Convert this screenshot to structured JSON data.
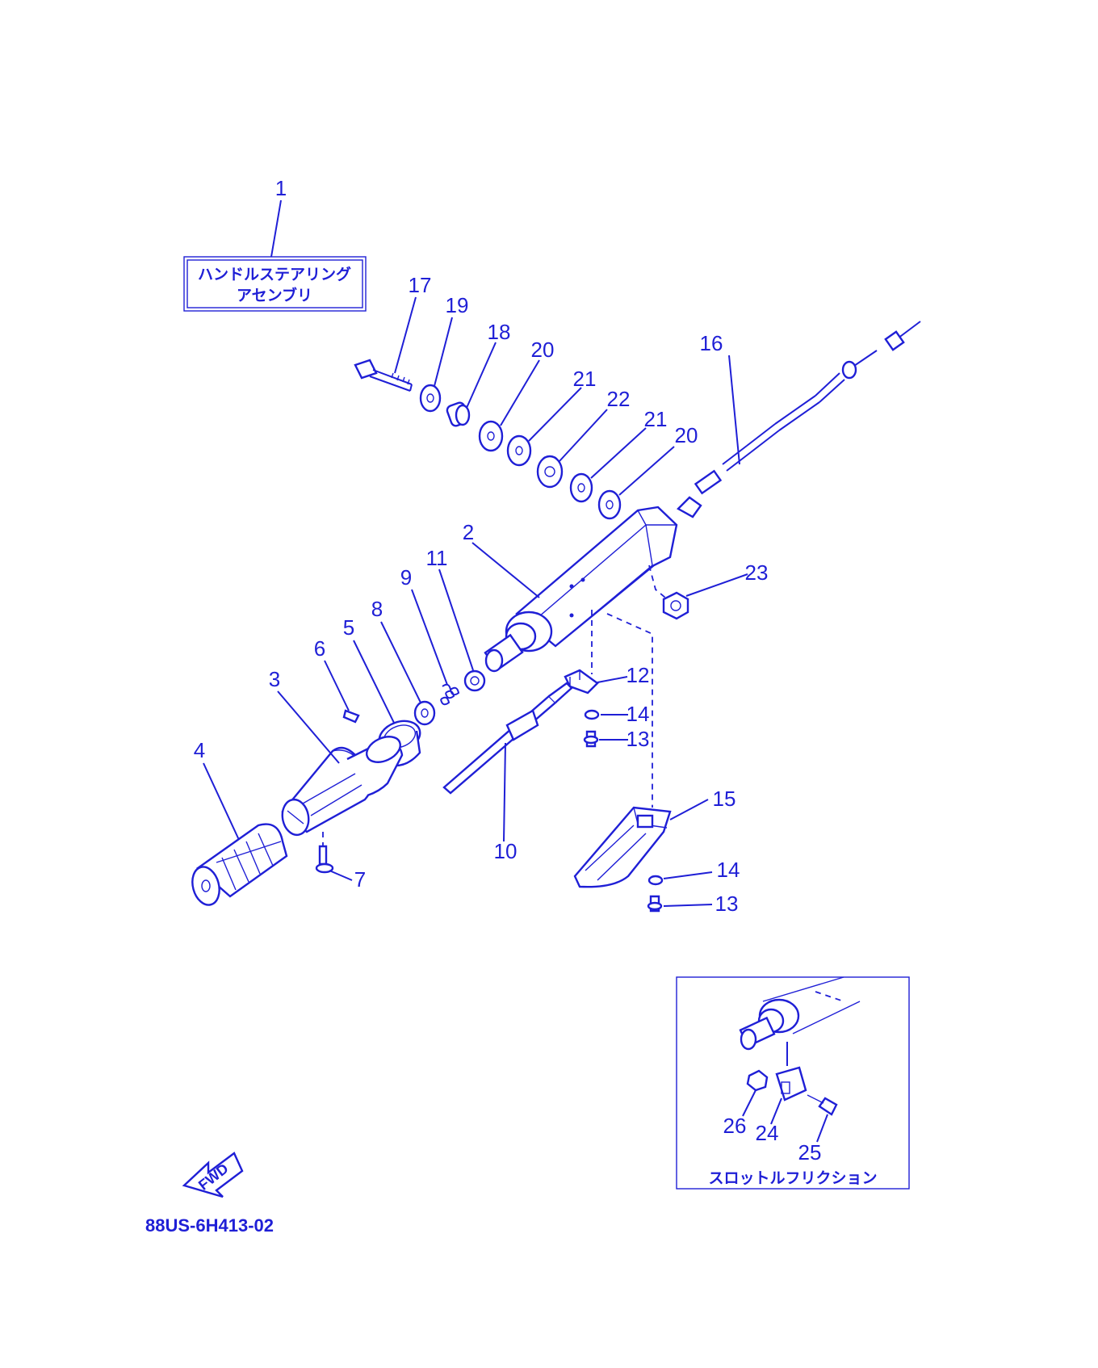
{
  "title_box": {
    "line1": "ハンドルステアリング",
    "line2": "アセンブリ"
  },
  "inset_caption": "スロットルフリクション",
  "fwd_label": "FWD",
  "diagram_code": "88US-6H413-02",
  "callouts": [
    {
      "id": "c1",
      "text": "1"
    },
    {
      "id": "c2",
      "text": "2"
    },
    {
      "id": "c3",
      "text": "3"
    },
    {
      "id": "c4",
      "text": "4"
    },
    {
      "id": "c5",
      "text": "5"
    },
    {
      "id": "c6",
      "text": "6"
    },
    {
      "id": "c7",
      "text": "7"
    },
    {
      "id": "c8",
      "text": "8"
    },
    {
      "id": "c9",
      "text": "9"
    },
    {
      "id": "c10",
      "text": "10"
    },
    {
      "id": "c11",
      "text": "11"
    },
    {
      "id": "c12",
      "text": "12"
    },
    {
      "id": "c13a",
      "text": "13"
    },
    {
      "id": "c13b",
      "text": "13"
    },
    {
      "id": "c14a",
      "text": "14"
    },
    {
      "id": "c14b",
      "text": "14"
    },
    {
      "id": "c15",
      "text": "15"
    },
    {
      "id": "c16",
      "text": "16"
    },
    {
      "id": "c17",
      "text": "17"
    },
    {
      "id": "c18",
      "text": "18"
    },
    {
      "id": "c19",
      "text": "19"
    },
    {
      "id": "c20a",
      "text": "20"
    },
    {
      "id": "c20b",
      "text": "20"
    },
    {
      "id": "c21a",
      "text": "21"
    },
    {
      "id": "c21b",
      "text": "21"
    },
    {
      "id": "c22",
      "text": "22"
    },
    {
      "id": "c23",
      "text": "23"
    },
    {
      "id": "c24",
      "text": "24"
    },
    {
      "id": "c25",
      "text": "25"
    },
    {
      "id": "c26",
      "text": "26"
    }
  ],
  "colors": {
    "ink": "#1f1fd6",
    "background": "#ffffff"
  }
}
